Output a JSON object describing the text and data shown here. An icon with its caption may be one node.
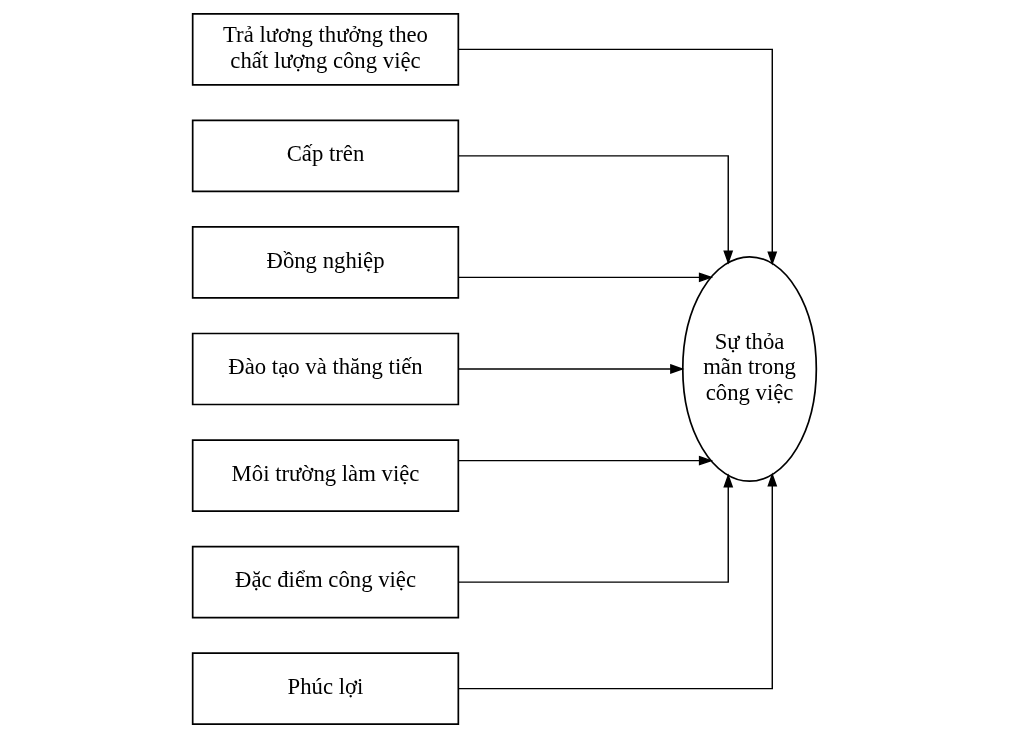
{
  "diagram": {
    "nodes": [
      {
        "text": [
          "Trả lương thưởng theo chất lượng công việc"
        ]
      },
      {
        "text": [
          "Cấp trên"
        ]
      },
      {
        "text": [
          "Đồng nghiệp"
        ]
      },
      {
        "text": [
          "Đào tạo và thăng tiến"
        ]
      },
      {
        "text": [
          "Môi trường làm việc"
        ]
      },
      {
        "text": [
          "Đặc điểm công việc"
        ]
      },
      {
        "text": [
          "Phúc lợi"
        ]
      },
      {
        "text": [
          "Sự thỏa mãn trong công việc"
        ]
      }
    ],
    "edges": [
      {
        "from": 0,
        "to": 7,
        "arrow": "to"
      },
      {
        "from": 1,
        "to": 7,
        "arrow": "to"
      },
      {
        "from": 2,
        "to": 7,
        "arrow": "to"
      },
      {
        "from": 3,
        "to": 7,
        "arrow": "to"
      },
      {
        "from": 4,
        "to": 7,
        "arrow": "to"
      },
      {
        "from": 5,
        "to": 7,
        "arrow": "to"
      },
      {
        "from": 6,
        "to": 7,
        "arrow": "to"
      }
    ]
  }
}
